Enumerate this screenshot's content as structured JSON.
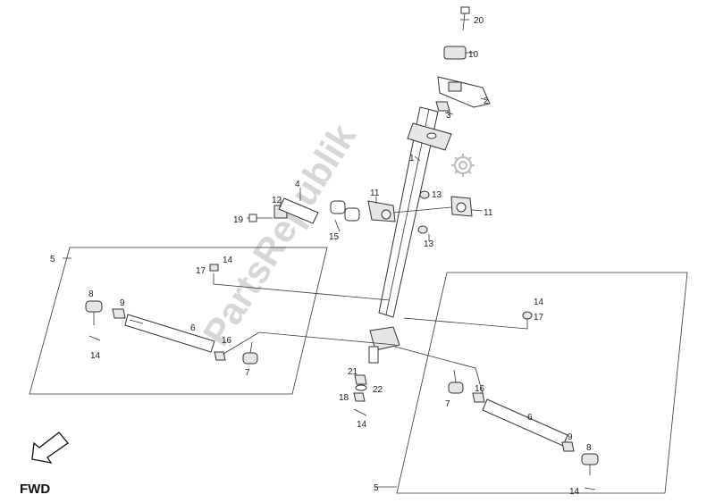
{
  "labels": {
    "c1": "1",
    "c2": "2",
    "c3": "3",
    "c4": "4",
    "l5": "5",
    "r5": "5",
    "l6": "6",
    "r6": "6",
    "l7": "7",
    "r7": "7",
    "l8": "8",
    "r8": "8",
    "l9": "9",
    "r9": "9",
    "c10": "10",
    "c11a": "11",
    "c11b": "11",
    "c12": "12",
    "c13a": "13",
    "c13b": "13",
    "l14a": "14",
    "l14b": "14",
    "c14": "14",
    "r14a": "14",
    "r14b": "14",
    "c15": "15",
    "l16": "16",
    "r16": "16",
    "l17": "17",
    "r17": "17",
    "c18": "18",
    "c19": "19",
    "c20": "20",
    "c21": "21",
    "c22": "22"
  },
  "direction_label": "FWD",
  "watermark": "PartsRepublik",
  "colors": {
    "line": "#333333",
    "watermark": "#b8b8b8",
    "background": "#ffffff"
  }
}
